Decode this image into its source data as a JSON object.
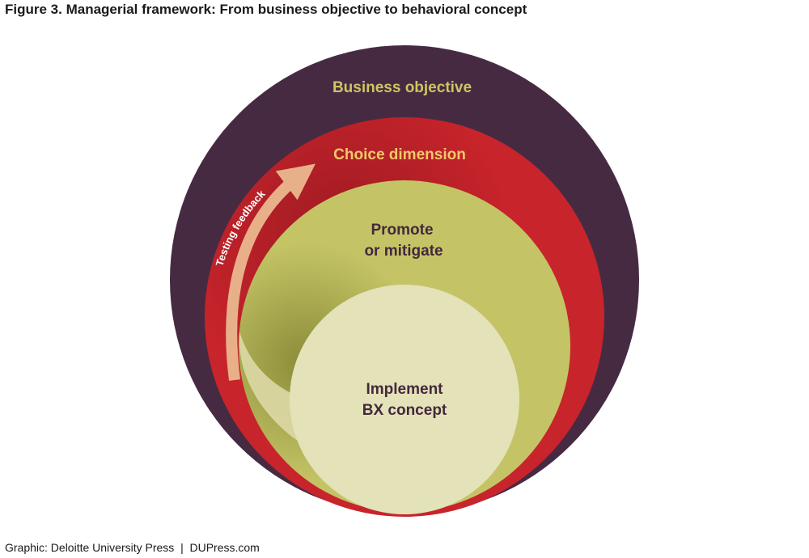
{
  "figure": {
    "label": "Figure 3.",
    "title": "Managerial framework: From business objective to behavioral concept"
  },
  "diagram": {
    "layers": [
      {
        "id": "business-objective",
        "label_lines": [
          "Business objective"
        ],
        "fill": "#462a42",
        "label_color": "#cfc462"
      },
      {
        "id": "choice-dimension",
        "label_lines": [
          "Choice dimension"
        ],
        "fill": "#c8242b",
        "label_color": "#f0c968"
      },
      {
        "id": "promote-or-mitigate",
        "label_lines": [
          "Promote",
          "or mitigate"
        ],
        "fill": "#c4c466",
        "label_color": "#43283e"
      },
      {
        "id": "implement-bx-concept",
        "label_lines": [
          "Implement",
          "BX concept"
        ],
        "fill": "#e4e2b8",
        "label_color": "#43283e"
      }
    ],
    "feedback_arrow": {
      "label": "Testing feedback",
      "color": "#e8b089"
    }
  },
  "credit": "Graphic: Deloitte University Press  |  DUPress.com"
}
